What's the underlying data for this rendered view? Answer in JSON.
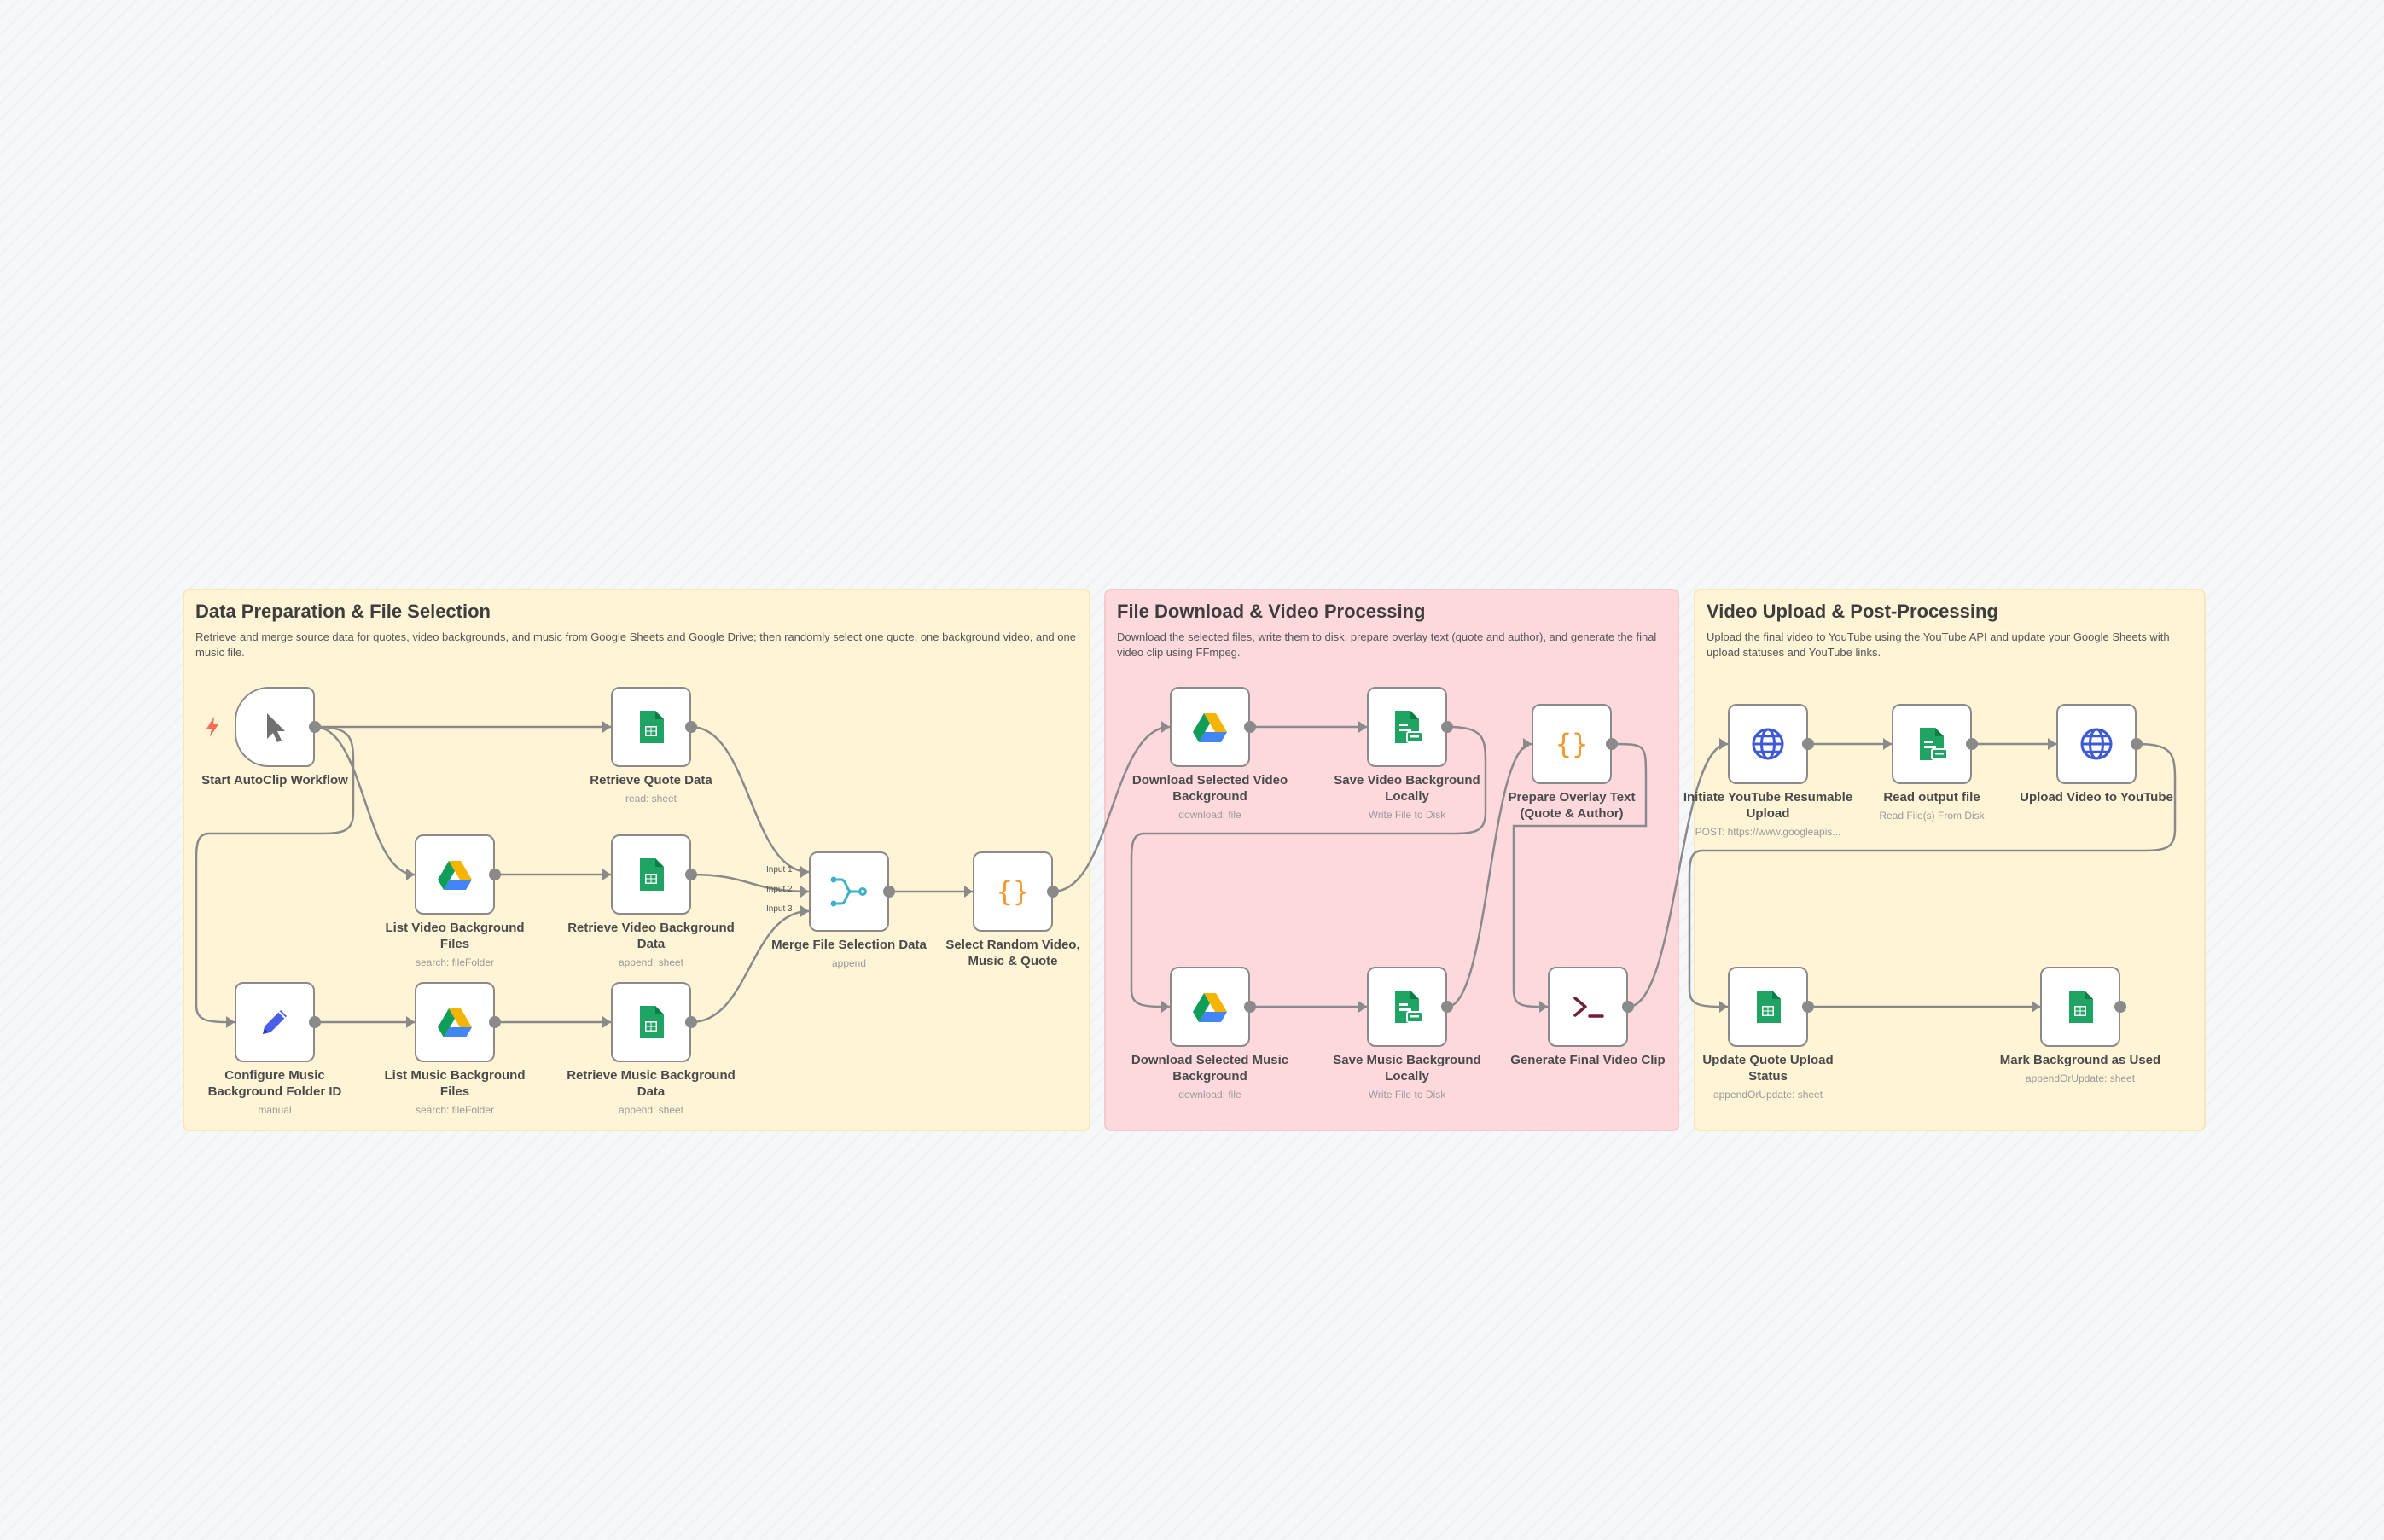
{
  "groups": [
    {
      "title": "Data Preparation & File Selection",
      "desc": "Retrieve and merge source data for quotes, video backgrounds, and music from Google Sheets and Google Drive; then randomly select one quote, one background video, and one music file.",
      "color": "#fff4d6"
    },
    {
      "title": "File Download & Video Processing",
      "desc": "Download the selected files, write them to disk, prepare overlay text (quote and author), and generate the final video clip using FFmpeg.",
      "color": "#fdd9de"
    },
    {
      "title": "Video Upload & Post-Processing",
      "desc": "Upload the final video to YouTube using the YouTube API and update your Google Sheets with upload statuses and YouTube links.",
      "color": "#fff4d6"
    }
  ],
  "nodes": [
    {
      "name": "start-autoclip-workflow",
      "label": "Start AutoClip Workflow",
      "sub": "",
      "icon": "cursor-icon"
    },
    {
      "name": "retrieve-quote-data",
      "label": "Retrieve Quote Data",
      "sub": "read: sheet",
      "icon": "google-sheets-icon"
    },
    {
      "name": "list-video-background-files",
      "label": "List Video Background Files",
      "sub": "search: fileFolder",
      "icon": "google-drive-icon"
    },
    {
      "name": "retrieve-video-background-data",
      "label": "Retrieve Video Background Data",
      "sub": "append: sheet",
      "icon": "google-sheets-icon"
    },
    {
      "name": "configure-music-background-folder-id",
      "label": "Configure Music Background Folder ID",
      "sub": "manual",
      "icon": "pencil-icon"
    },
    {
      "name": "list-music-background-files",
      "label": "List Music Background Files",
      "sub": "search: fileFolder",
      "icon": "google-drive-icon"
    },
    {
      "name": "retrieve-music-background-data",
      "label": "Retrieve Music Background Data",
      "sub": "append: sheet",
      "icon": "google-sheets-icon"
    },
    {
      "name": "merge-file-selection-data",
      "label": "Merge File Selection Data",
      "sub": "append",
      "icon": "merge-icon"
    },
    {
      "name": "select-random-video-music-quote",
      "label": "Select Random Video, Music & Quote",
      "sub": "",
      "icon": "code-braces-icon"
    },
    {
      "name": "download-selected-video-background",
      "label": "Download Selected Video Background",
      "sub": "download: file",
      "icon": "google-drive-icon"
    },
    {
      "name": "save-video-background-locally",
      "label": "Save Video Background Locally",
      "sub": "Write File to Disk",
      "icon": "file-write-icon"
    },
    {
      "name": "prepare-overlay-text",
      "label": "Prepare Overlay Text (Quote & Author)",
      "sub": "",
      "icon": "code-braces-icon"
    },
    {
      "name": "download-selected-music-background",
      "label": "Download Selected Music Background",
      "sub": "download: file",
      "icon": "google-drive-icon"
    },
    {
      "name": "save-music-background-locally",
      "label": "Save Music Background Locally",
      "sub": "Write File to Disk",
      "icon": "file-write-icon"
    },
    {
      "name": "generate-final-video-clip",
      "label": "Generate Final Video Clip",
      "sub": "",
      "icon": "terminal-icon"
    },
    {
      "name": "initiate-youtube-resumable-upload",
      "label": "Initiate YouTube Resumable Upload",
      "sub": "POST: https://www.googleapis...",
      "icon": "globe-icon"
    },
    {
      "name": "read-output-file",
      "label": "Read output file",
      "sub": "Read File(s) From Disk",
      "icon": "file-write-icon"
    },
    {
      "name": "upload-video-to-youtube",
      "label": "Upload Video to YouTube",
      "sub": "",
      "icon": "globe-icon"
    },
    {
      "name": "update-quote-upload-status",
      "label": "Update Quote Upload Status",
      "sub": "appendOrUpdate: sheet",
      "icon": "google-sheets-icon"
    },
    {
      "name": "mark-background-as-used",
      "label": "Mark Background as Used",
      "sub": "appendOrUpdate: sheet",
      "icon": "google-sheets-icon"
    }
  ],
  "merge_inputs": [
    "Input 1",
    "Input 2",
    "Input 3"
  ],
  "colors": {
    "edge": "#8a8a8a",
    "sheets": "#1fa463",
    "drive_blue": "#4285f4",
    "drive_green": "#0f9d58",
    "drive_yellow": "#f4b400",
    "code": "#f29a2e",
    "merge": "#3fb0c9",
    "pencil": "#4a5ee8",
    "globe": "#3d59d6",
    "terminal": "#6e1f3c",
    "trigger_bolt": "#ff6d5a"
  }
}
